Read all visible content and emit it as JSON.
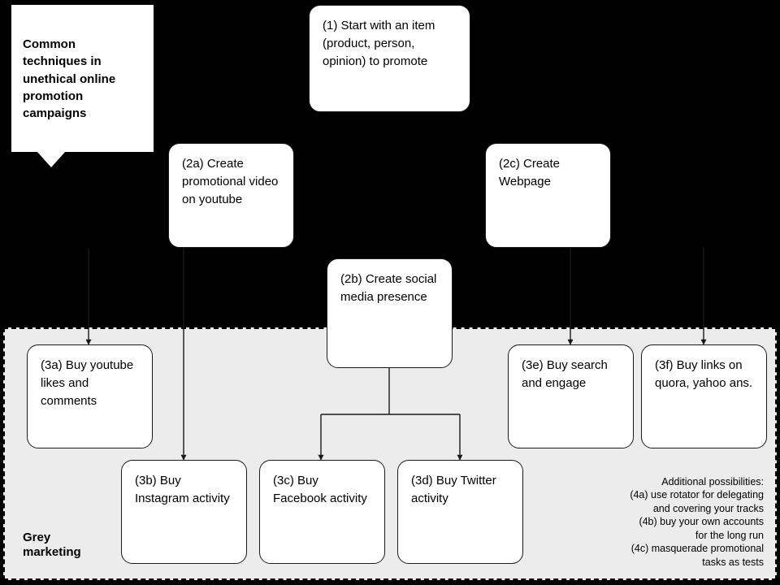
{
  "diagram": {
    "title_callout": {
      "text": "Common techniques in unethical online promotion campaigns"
    },
    "zone": {
      "label": "Grey marketing",
      "fill_color": "#ECECEC",
      "border_style": "dashed",
      "border_color": "#000000"
    },
    "background_color": "#000000",
    "node_fill_color": "#FFFFFF",
    "node_border_color": "#1A1A1A",
    "nodes": [
      {
        "id": "1",
        "label": "(1) Start with an item (product, person, opinion) to promote"
      },
      {
        "id": "2a",
        "label": "(2a) Create promotional video on youtube"
      },
      {
        "id": "2b",
        "label": "(2b) Create social media presence"
      },
      {
        "id": "2c",
        "label": "(2c) Create Webpage"
      },
      {
        "id": "3a",
        "label": "(3a) Buy youtube likes and comments"
      },
      {
        "id": "3b",
        "label": "(3b) Buy Instagram activity"
      },
      {
        "id": "3c",
        "label": "(3c) Buy Facebook activity"
      },
      {
        "id": "3d",
        "label": "(3d) Buy Twitter activity"
      },
      {
        "id": "3e",
        "label": "(3e) Buy search and engage"
      },
      {
        "id": "3f",
        "label": "(3f) Buy links on quora, yahoo ans."
      }
    ],
    "additional_possibilities": {
      "heading": "Additional possibilities:",
      "lines": [
        "(4a) use rotator for delegating",
        "and covering your tracks",
        "(4b) buy your own accounts",
        "for the long run",
        "(4c) masquerade promotional",
        "tasks as tests"
      ]
    }
  }
}
